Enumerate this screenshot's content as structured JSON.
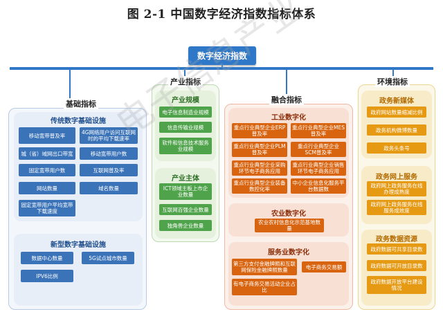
{
  "title": "图 2-1  中国数字经济指数指标体系",
  "root": "数字经济指数",
  "watermark": "电子信息产业",
  "basic": {
    "label": "基础指标",
    "traditional": {
      "title": "传统数字基础设施",
      "items": [
        "移动宽带普及率",
        "4G网络用户访问互联网时的平均下载速率",
        "城（省）域网出口带宽",
        "移动宽带用户数",
        "固定宽带用户数",
        "互联网普及率",
        "网站数量",
        "域名数量",
        "固定宽带用户平均宽带下载速度"
      ]
    },
    "new": {
      "title": "新型数字基础设施",
      "items": [
        "数据中心数量",
        "5G试点城市数量",
        "IPV6比例"
      ]
    }
  },
  "industry": {
    "label": "产业指标",
    "scale": {
      "title": "产业规模",
      "items": [
        "电子信息制造业规模",
        "信息传输业规模",
        "软件和信息技术服务业规模"
      ]
    },
    "entity": {
      "title": "产业主体",
      "items": [
        "ICT领域主板上市企业数量",
        "互联网百强企业数量",
        "独角兽企业数量"
      ]
    }
  },
  "fusion": {
    "label": "融合指标",
    "industrial": {
      "title": "工业数字化",
      "items": [
        "重点行业典型企业ERP普及率",
        "重点行业典型企业MES普及率",
        "重点行业典型企业PLM普及率",
        "重点行业典型企业SCM普及率",
        "重点行业典型企业采购环节电子商务应用",
        "重点行业典型企业销售环节电子商务应用",
        "重点行业典型企业装备数控化率",
        "中小企业信息化服务平台数据数"
      ]
    },
    "agriculture": {
      "title": "农业数字化",
      "items": [
        "农业农村信息化示范基地数量"
      ]
    },
    "service": {
      "title": "服务业数字化",
      "items": [
        "第三方支付金融牌照和互联网保险金融牌照数量",
        "电子商务交易额",
        "有电子商务交易活动企业占比"
      ]
    }
  },
  "environment": {
    "label": "环境指标",
    "media": {
      "title": "政务新媒体",
      "items": [
        "政府网站数量缩减比例",
        "政务机构微博数量",
        "政务头条号"
      ]
    },
    "online": {
      "title": "政务网上服务",
      "items": [
        "政府网上政务服务在线办理成熟度",
        "政府网上政务服务在线服务成效度"
      ]
    },
    "data": {
      "title": "政务数据资源",
      "items": [
        "政府数据可共享目录数",
        "政府数据可开放目录数",
        "政府数据开放平台建设情况"
      ]
    }
  },
  "colors": {
    "header": "#2e78c7",
    "blue": "#3b73b9",
    "green": "#4fa34a",
    "orange": "#d9640f",
    "amber": "#e69a14"
  }
}
